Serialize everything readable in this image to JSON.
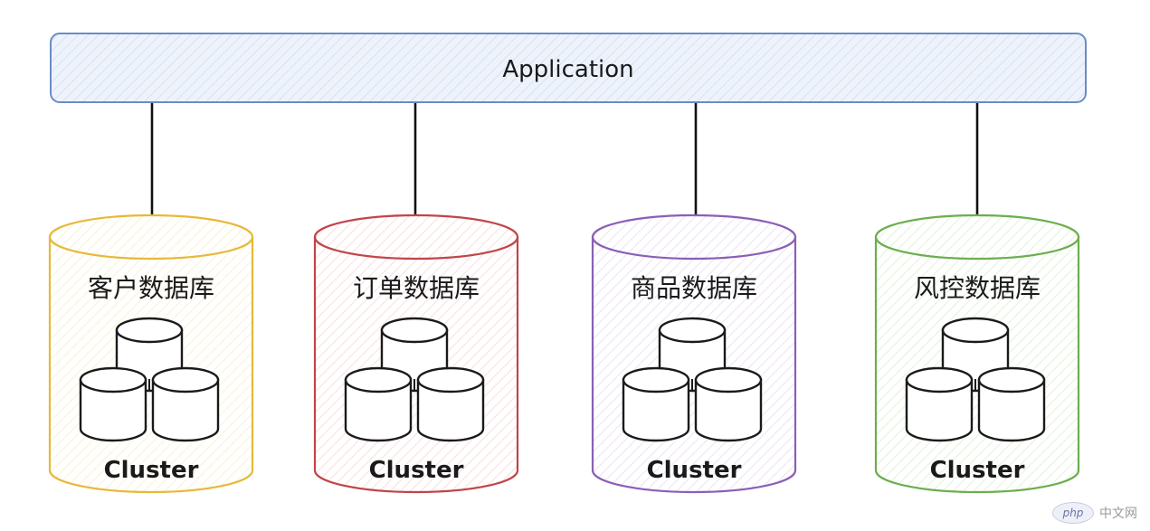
{
  "application": {
    "label": "Application"
  },
  "databases": [
    {
      "name": "客户数据库",
      "cluster_label": "Cluster",
      "color": "#e6b93a",
      "fill": "#fcf4d9"
    },
    {
      "name": "订单数据库",
      "cluster_label": "Cluster",
      "color": "#c0454a",
      "fill": "#fbe3e3"
    },
    {
      "name": "商品数据库",
      "cluster_label": "Cluster",
      "color": "#8a5fb5",
      "fill": "#efe6f7"
    },
    {
      "name": "风控数据库",
      "cluster_label": "Cluster",
      "color": "#6cae4f",
      "fill": "#e6f4de"
    }
  ],
  "watermark": {
    "logo": "php",
    "text": "中文网"
  }
}
